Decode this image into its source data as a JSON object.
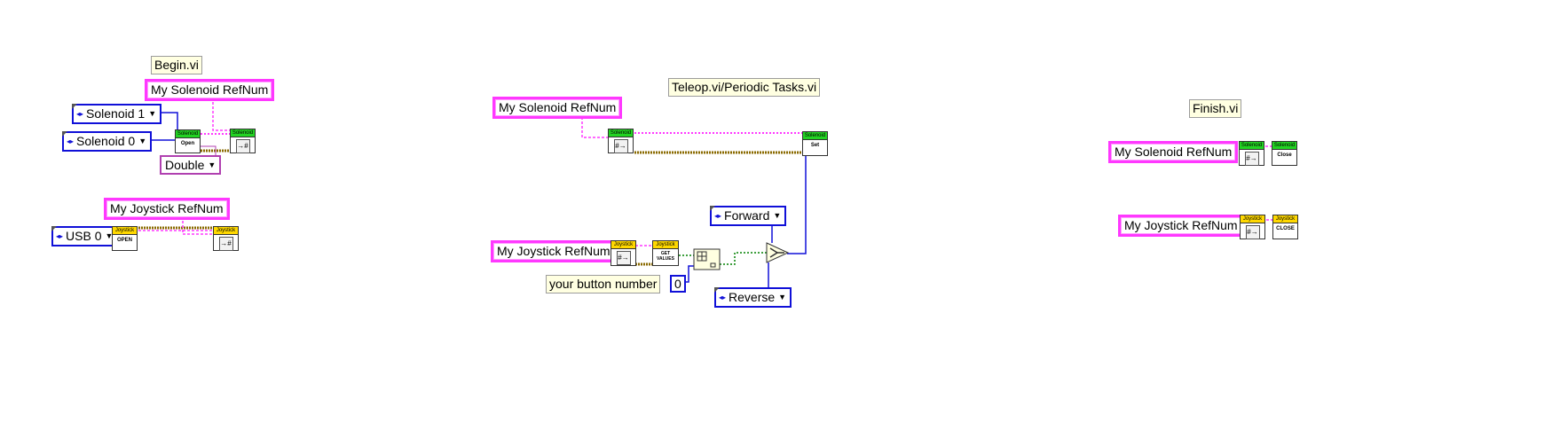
{
  "sections": {
    "begin": {
      "title": "Begin.vi",
      "solenoid_ref": "My Solenoid RefNum",
      "solenoid_1": "Solenoid 1",
      "solenoid_0": "Solenoid 0",
      "double_label": "Double",
      "solenoid_open_header": "Solenoid",
      "solenoid_open_text": "Open",
      "solenoid_ref_header": "Solenoid",
      "joystick_ref": "My Joystick RefNum",
      "usb": "USB 0",
      "joystick_open_header": "Joystick",
      "joystick_open_text": "OPEN",
      "joystick_ref_header": "Joystick"
    },
    "teleop": {
      "title": "Teleop.vi/Periodic Tasks.vi",
      "solenoid_ref": "My Solenoid RefNum",
      "solenoid_get_header": "Solenoid",
      "solenoid_set_header": "Solenoid",
      "solenoid_set_text": "Set",
      "joystick_ref": "My Joystick RefNum",
      "joystick_get_header": "Joystick",
      "joystick_values_header": "Joystick",
      "joystick_values_text": "GET VALUES",
      "button_number_label": "your button number",
      "zero_constant": "0",
      "forward": "Forward",
      "reverse": "Reverse"
    },
    "finish": {
      "title": "Finish.vi",
      "solenoid_ref": "My Solenoid RefNum",
      "solenoid_get_header": "Solenoid",
      "solenoid_close_header": "Solenoid",
      "solenoid_close_text": "Close",
      "joystick_ref": "My Joystick RefNum",
      "joystick_get_header": "Joystick",
      "joystick_close_header": "Joystick",
      "joystick_close_text": "CLOSE"
    }
  },
  "colors": {
    "refnum": "#ff38ff",
    "enum_wire": "#1010d8",
    "cluster_wire": "#8a6a00",
    "bool_wire": "#008000",
    "solenoid_header": "#22d322",
    "joystick_header": "#ffd800"
  }
}
